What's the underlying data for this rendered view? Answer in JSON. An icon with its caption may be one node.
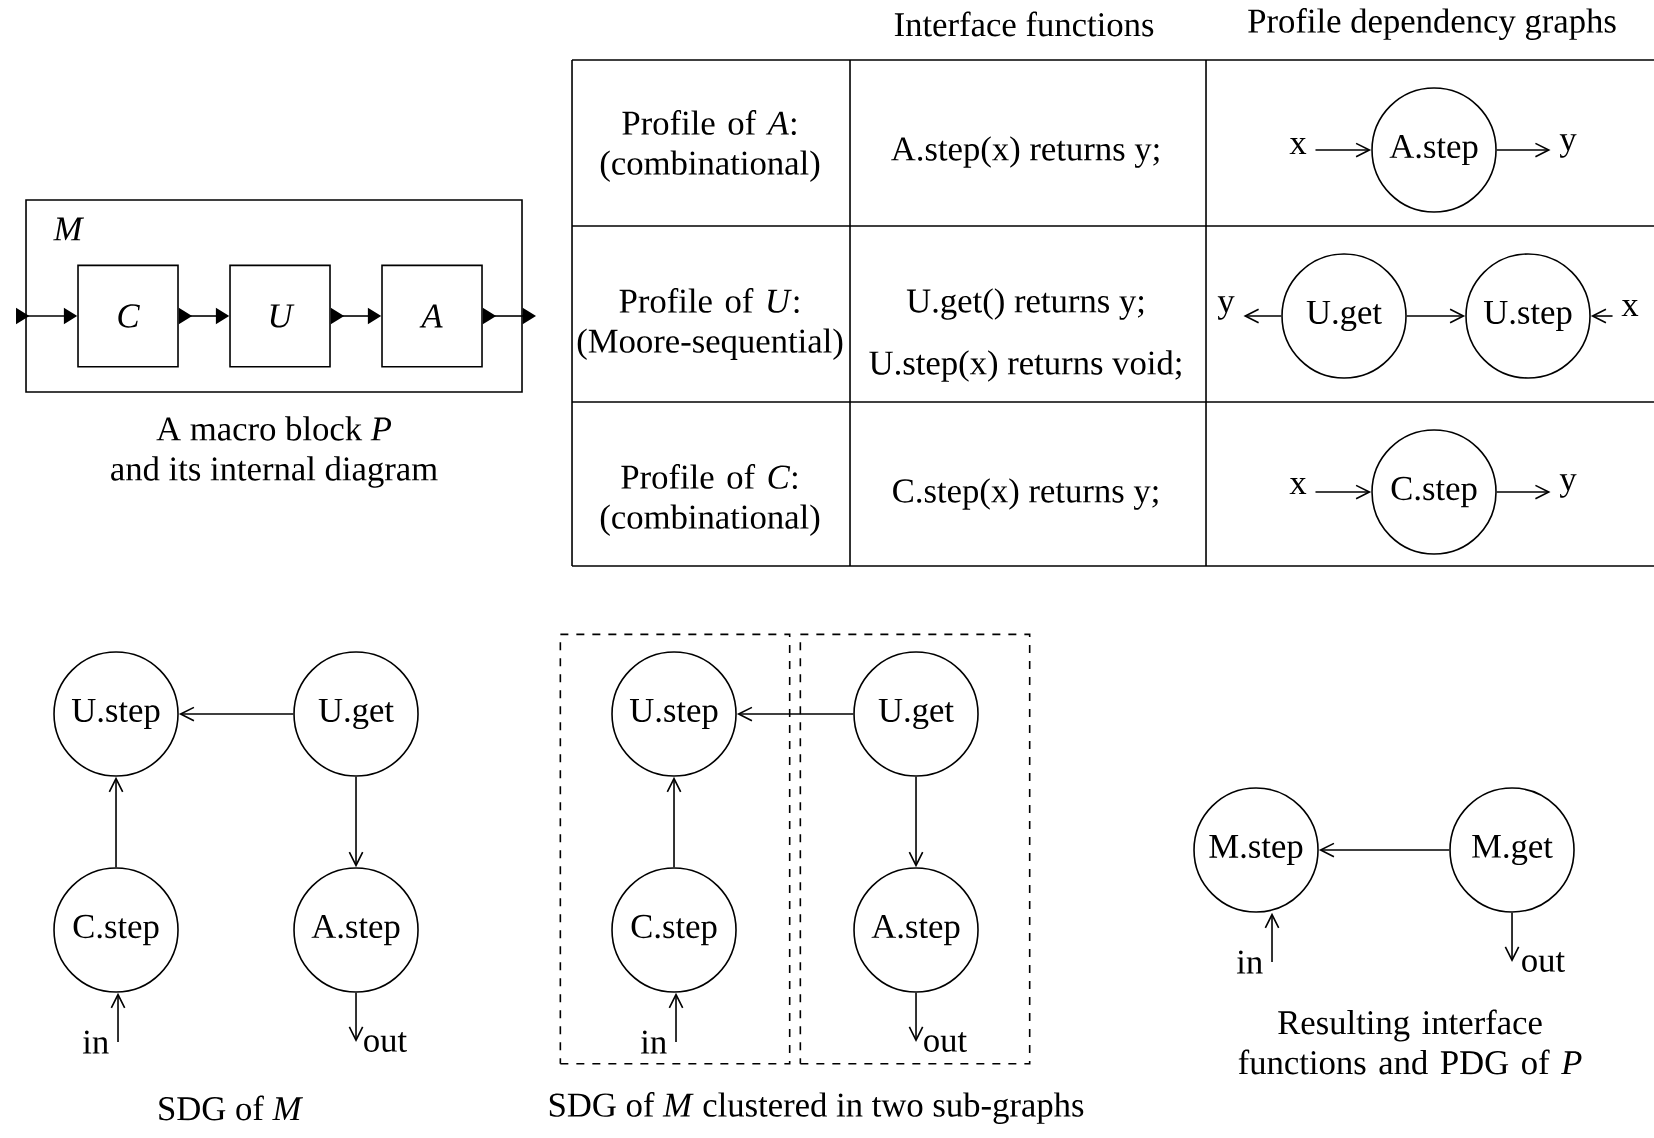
{
  "diagram": {
    "nodes": [
      {
        "text": [
          "M"
        ]
      },
      {
        "text": [
          "C"
        ],
        "in": 0
      },
      {
        "text": [
          "U"
        ],
        "in": 0
      },
      {
        "text": [
          "A"
        ],
        "in": 0
      },
      {
        "text": [
          "x"
        ]
      },
      {
        "text": [
          "A.step"
        ]
      },
      {
        "text": [
          "y"
        ]
      },
      {
        "text": [
          "y"
        ]
      },
      {
        "text": [
          "U.get"
        ]
      },
      {
        "text": [
          "U.step"
        ]
      },
      {
        "text": [
          "x"
        ]
      },
      {
        "text": [
          "x"
        ]
      },
      {
        "text": [
          "C.step"
        ]
      },
      {
        "text": [
          "y"
        ]
      },
      {
        "text": [
          "U.step"
        ]
      },
      {
        "text": [
          "U.get"
        ]
      },
      {
        "text": [
          "C.step"
        ]
      },
      {
        "text": [
          "A.step"
        ]
      },
      {
        "text": [
          "in"
        ]
      },
      {
        "text": [
          "out"
        ]
      },
      {
        "text": [],
        "shape": "box"
      },
      {
        "text": [
          "U.step"
        ],
        "in": 20
      },
      {
        "text": [
          "C.step"
        ],
        "in": 20
      },
      {
        "text": [
          "in"
        ],
        "in": 20
      },
      {
        "text": [],
        "shape": "box"
      },
      {
        "text": [
          "U.get"
        ],
        "in": 24
      },
      {
        "text": [
          "A.step"
        ],
        "in": 24
      },
      {
        "text": [
          "out"
        ],
        "in": 24
      },
      {
        "text": [
          "M.step"
        ]
      },
      {
        "text": [
          "M.get"
        ]
      },
      {
        "text": [
          "in"
        ]
      },
      {
        "text": [
          "out"
        ]
      }
    ],
    "edges": [
      {
        "from": null,
        "to": 1,
        "arrow": "to"
      },
      {
        "from": 1,
        "to": 2,
        "arrow": "to"
      },
      {
        "from": 2,
        "to": 3,
        "arrow": "to"
      },
      {
        "from": 3,
        "to": null,
        "arrow": "to"
      },
      {
        "from": 4,
        "to": 5,
        "arrow": "to"
      },
      {
        "from": 5,
        "to": 6,
        "arrow": "to"
      },
      {
        "from": 8,
        "to": 7,
        "arrow": "to"
      },
      {
        "from": 8,
        "to": 9,
        "arrow": "to"
      },
      {
        "from": 10,
        "to": 9,
        "arrow": "to"
      },
      {
        "from": 11,
        "to": 12,
        "arrow": "to"
      },
      {
        "from": 12,
        "to": 13,
        "arrow": "to"
      },
      {
        "from": 15,
        "to": 14,
        "arrow": "to"
      },
      {
        "from": 16,
        "to": 14,
        "arrow": "to"
      },
      {
        "from": 15,
        "to": 17,
        "arrow": "to"
      },
      {
        "from": 18,
        "to": 16,
        "arrow": "to"
      },
      {
        "from": 17,
        "to": 19,
        "arrow": "to"
      },
      {
        "from": 25,
        "to": 21,
        "arrow": "to"
      },
      {
        "from": 22,
        "to": 21,
        "arrow": "to"
      },
      {
        "from": 23,
        "to": 22,
        "arrow": "to"
      },
      {
        "from": 25,
        "to": 26,
        "arrow": "to"
      },
      {
        "from": 26,
        "to": 27,
        "arrow": "to"
      },
      {
        "from": 29,
        "to": 28,
        "arrow": "to"
      },
      {
        "from": 30,
        "to": 28,
        "arrow": "to"
      },
      {
        "from": 29,
        "to": 31,
        "arrow": "to"
      }
    ],
    "labels": [
      "A macro block *P* and its internal diagram",
      "Interface functions",
      "Profile dependency graphs",
      "Profile of *A*: (combinational)",
      "A.step(x) returns y;",
      "Profile of *U*: (Moore-sequential)",
      "U.get() returns y;",
      "U.step(x) returns void;",
      "Profile of *C*: (combinational)",
      "C.step(x) returns y;",
      "SDG of *M*",
      "SDG of *M* clustered in two sub-graphs",
      "Resulting interface functions and PDG of *P*"
    ]
  }
}
